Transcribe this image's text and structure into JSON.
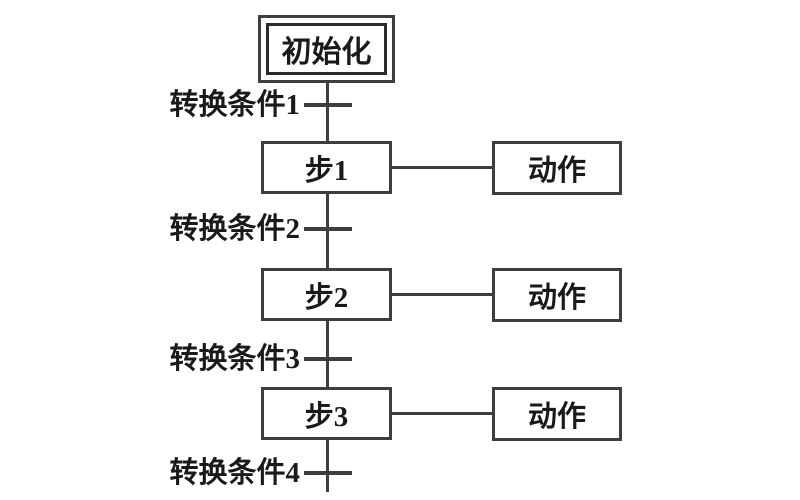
{
  "diagram": {
    "type": "sfc-flowchart",
    "initial_step": {
      "label": "初始化"
    },
    "rows": [
      {
        "step": "步1",
        "action": "动作"
      },
      {
        "step": "步2",
        "action": "动作"
      },
      {
        "step": "步3",
        "action": "动作"
      }
    ],
    "transitions": [
      {
        "label": "转换条件1"
      },
      {
        "label": "转换条件2"
      },
      {
        "label": "转换条件3"
      },
      {
        "label": "转换条件4"
      }
    ],
    "colors": {
      "background": "#ffffff",
      "line": "#3e3e3e",
      "text": "#1a1a1a"
    }
  }
}
